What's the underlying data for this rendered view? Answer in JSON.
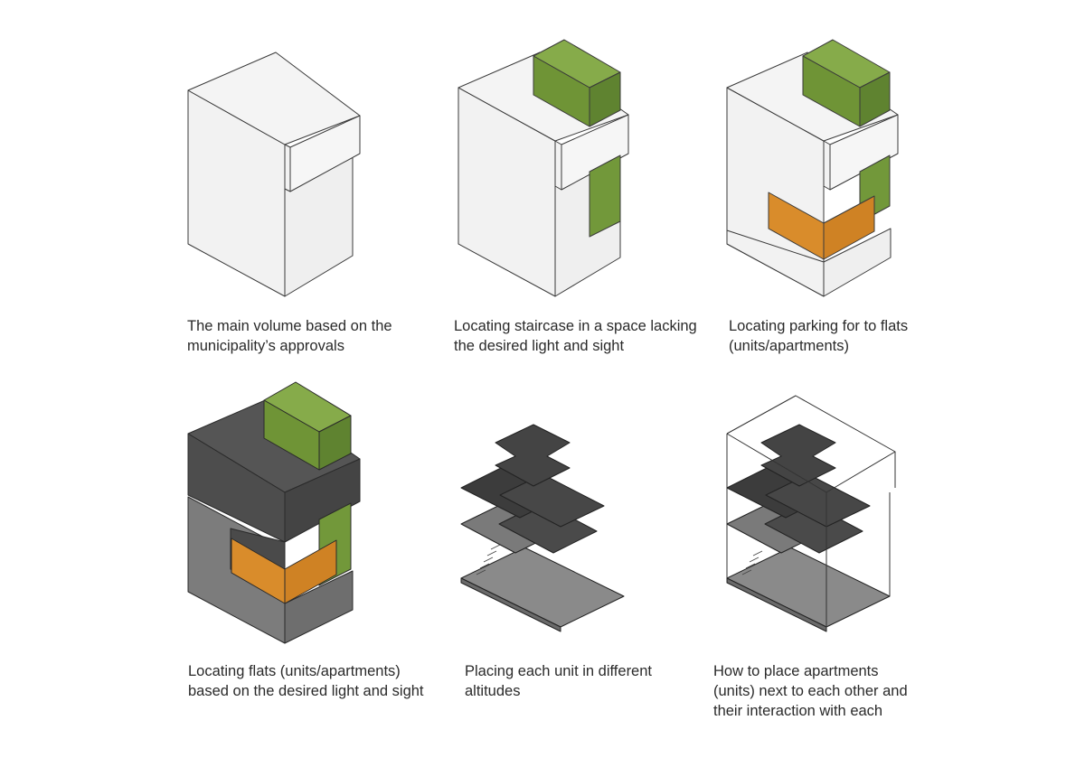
{
  "colors": {
    "volume": "#f0f0f0",
    "outline": "#3a3a3a",
    "staircase": "#72983a",
    "parking": "#d98c2b",
    "flats": "#4d4d4d",
    "lower": "#7c7c7c",
    "ground": "#8a8a8a"
  },
  "steps": [
    {
      "id": "main-volume",
      "caption": [
        "The main volume based on the",
        "municipality’s approvals"
      ]
    },
    {
      "id": "staircase",
      "caption": [
        "Locating staircase in a space lacking",
        "the desired light and sight"
      ]
    },
    {
      "id": "parking",
      "caption": [
        "Locating parking for to flats",
        "(units/apartments)"
      ]
    },
    {
      "id": "flats",
      "caption": [
        "Locating flats (units/apartments)",
        "based on the desired light and sight"
      ]
    },
    {
      "id": "altitudes",
      "caption": [
        "Placing each unit in different",
        "altitudes"
      ]
    },
    {
      "id": "interaction",
      "caption": [
        "How to place apartments",
        "(units) next to each other and",
        "their interaction with each"
      ]
    }
  ]
}
